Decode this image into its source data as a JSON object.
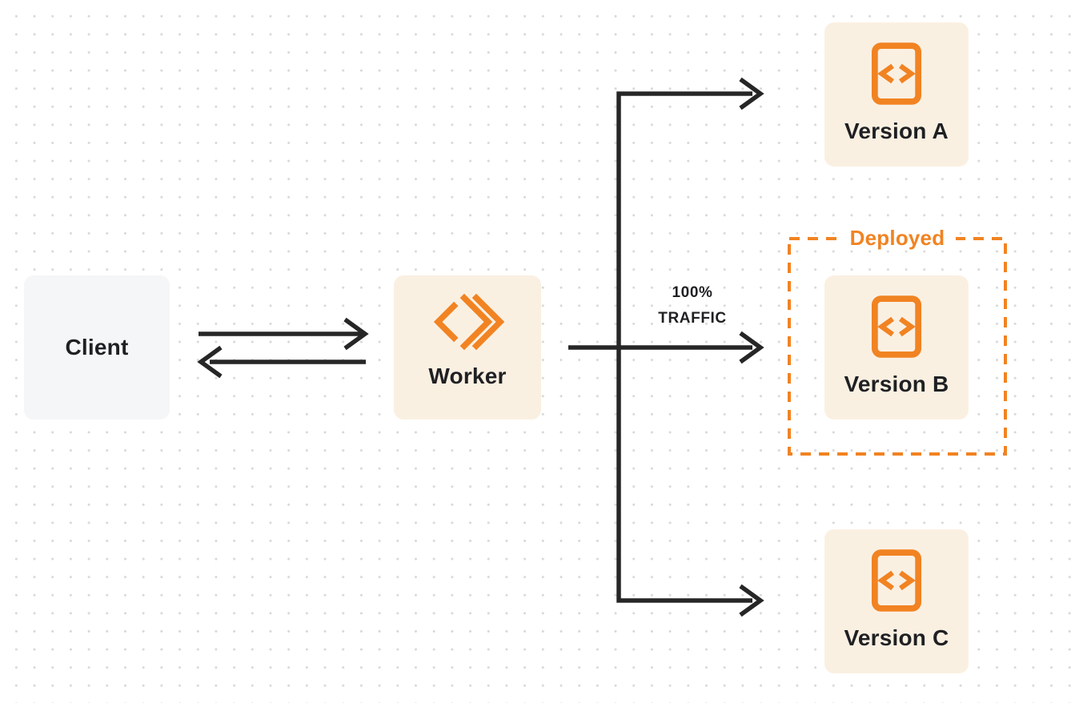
{
  "colors": {
    "accent_orange": "#F18322",
    "node_cream_bg": "#FAF0E2",
    "client_gray_bg": "#F5F6F7",
    "connector_dark": "#262626",
    "text_dark": "#1F2023",
    "dot_grid_gray": "#D9D9D9",
    "canvas_bg": "#FFFFFF"
  },
  "nodes": {
    "client": {
      "label": "Client"
    },
    "worker": {
      "label": "Worker",
      "icon": "worker-logo-icon"
    },
    "version_a": {
      "label": "Version A",
      "icon": "code-file-icon"
    },
    "version_b": {
      "label": "Version B",
      "icon": "code-file-icon"
    },
    "version_c": {
      "label": "Version C",
      "icon": "code-file-icon"
    }
  },
  "labels": {
    "deployed": "Deployed",
    "traffic_percent": "100%",
    "traffic_word": "TRAFFIC"
  }
}
